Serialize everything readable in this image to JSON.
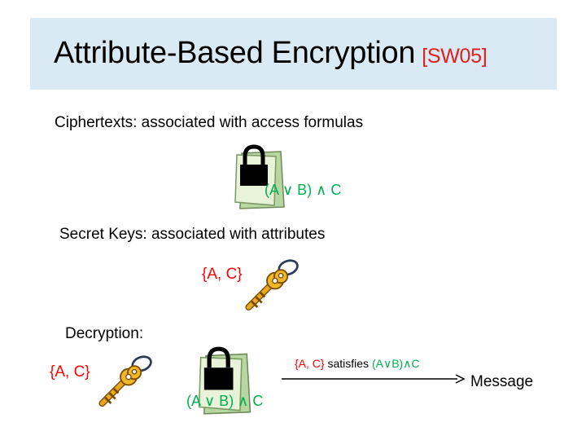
{
  "slide": {
    "title": "Attribute-Based Encryption",
    "title_ref": "[SW05]"
  },
  "ciphertexts": {
    "label": "Ciphertexts: associated with access formulas",
    "formula": "(A ∨ B) ∧ C"
  },
  "secret_keys": {
    "label": "Secret Keys: associated with attributes",
    "attributes": "{A, C}"
  },
  "decryption": {
    "label": "Decryption:",
    "key_attributes": "{A, C}",
    "lock_formula": "(A ∨ B) ∧ C",
    "satisfies_set": "{A, C}",
    "satisfies_word": "satisfies",
    "satisfies_formula": "(A∨B)∧C",
    "result": "Message"
  },
  "colors": {
    "title_band": "#daeaf4",
    "reference": "#e0201e",
    "formula_green": "#00b050",
    "attribute_red": "#ff0000"
  }
}
